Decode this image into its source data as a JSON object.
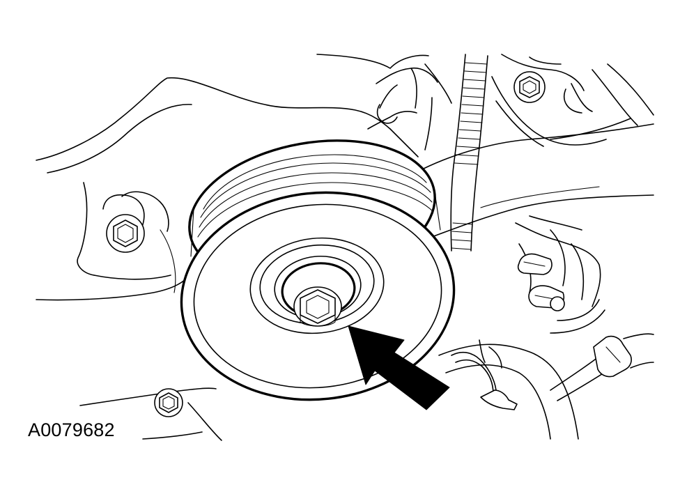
{
  "figure": {
    "id_label": "A0079682",
    "colors": {
      "line": "#000000",
      "background": "#ffffff"
    }
  },
  "components": {
    "pulley": "idler-pulley",
    "bolt": "pulley-bolt",
    "pointer": "arrow-pointing-to-bolt"
  }
}
